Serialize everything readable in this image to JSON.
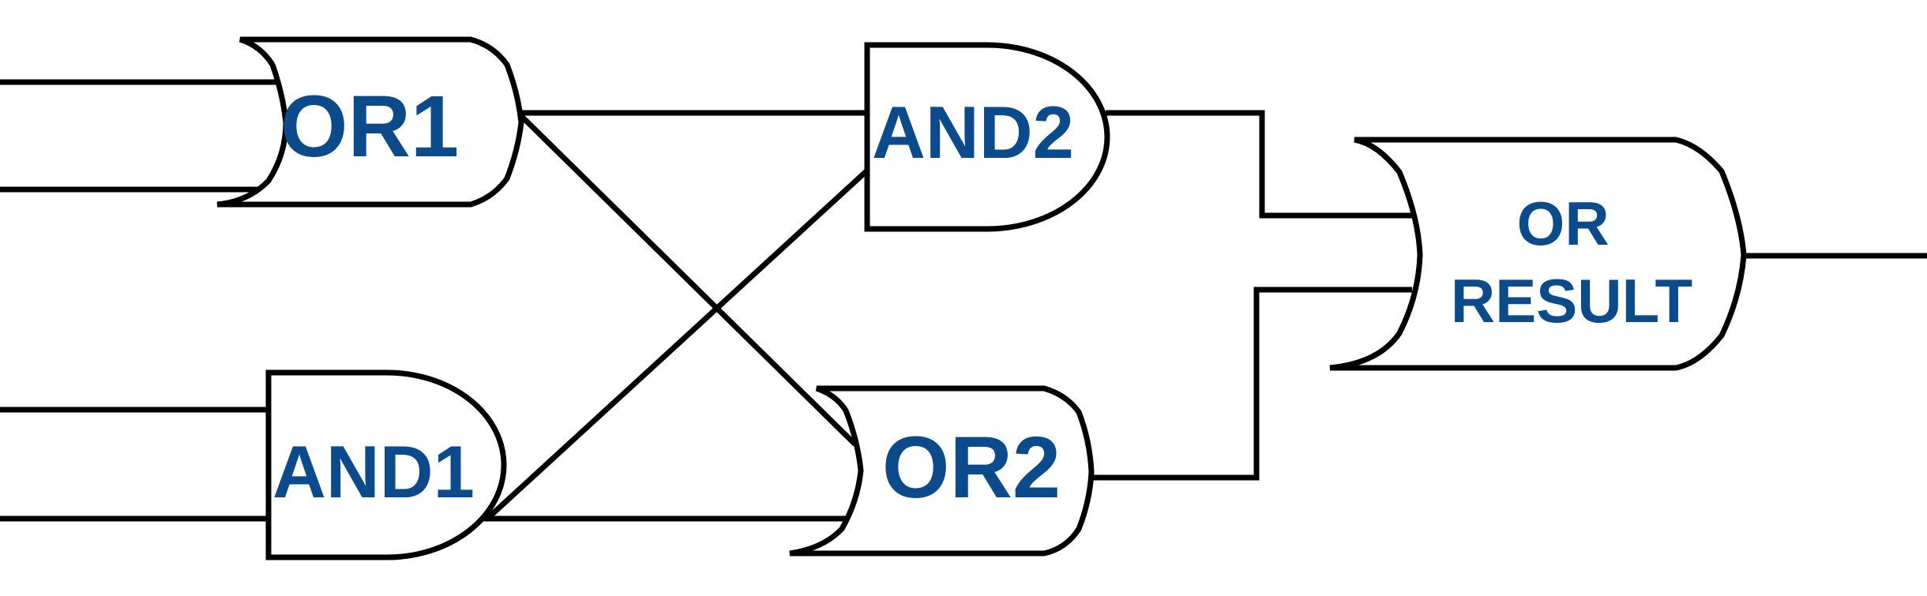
{
  "diagram": {
    "gates": [
      {
        "id": "or1",
        "type": "OR",
        "lines": [
          "OR1"
        ]
      },
      {
        "id": "and2",
        "type": "AND",
        "lines": [
          "AND2"
        ]
      },
      {
        "id": "and1",
        "type": "AND",
        "lines": [
          "AND1"
        ]
      },
      {
        "id": "or2",
        "type": "OR",
        "lines": [
          "OR2"
        ]
      },
      {
        "id": "or-result",
        "type": "OR",
        "lines": [
          "OR",
          "RESULT"
        ]
      }
    ],
    "connections": [
      {
        "from": "input-1",
        "to": "or1"
      },
      {
        "from": "input-2",
        "to": "or1"
      },
      {
        "from": "input-3",
        "to": "and1"
      },
      {
        "from": "input-4",
        "to": "and1"
      },
      {
        "from": "or1",
        "to": "and2"
      },
      {
        "from": "or1",
        "to": "or2"
      },
      {
        "from": "and1",
        "to": "and2"
      },
      {
        "from": "and1",
        "to": "or2"
      },
      {
        "from": "and2",
        "to": "or-result"
      },
      {
        "from": "or2",
        "to": "or-result"
      },
      {
        "from": "or-result",
        "to": "output"
      }
    ],
    "label_color": "#0b4a8b",
    "line_color": "#000000"
  }
}
